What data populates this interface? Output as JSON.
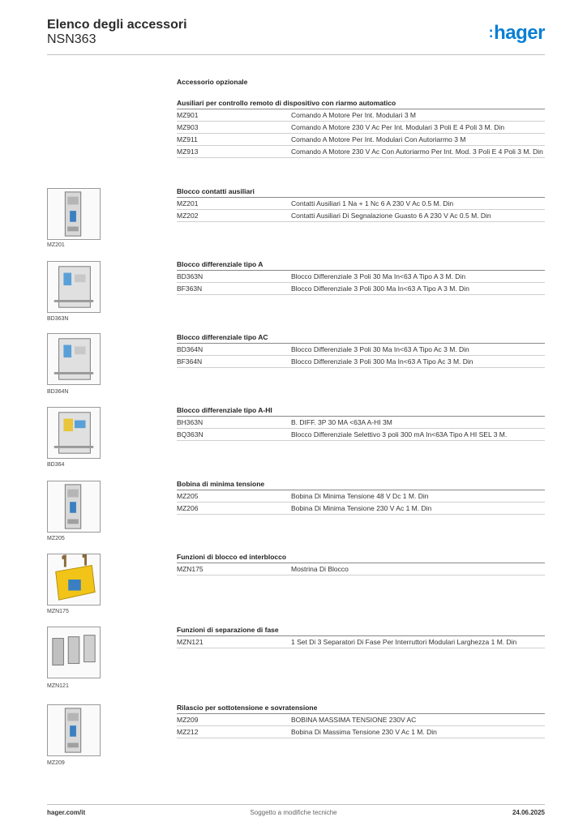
{
  "header": {
    "title": "Elenco degli accessori",
    "subtitle": "NSN363",
    "logo_text": "hager",
    "logo_color": "#0a7fd4"
  },
  "main_heading": "Accessorio opzionale",
  "sections": [
    {
      "title": "Ausiliari per controllo remoto di dispositivo con riarmo automatico",
      "rows": [
        {
          "code": "MZ901",
          "desc": "Comando A Motore Per Int. Modulari 3 M"
        },
        {
          "code": "MZ903",
          "desc": "Comando A Motore 230 V Ac Per Int. Modulari 3 Poli E 4 Poli 3 M. Din"
        },
        {
          "code": "MZ911",
          "desc": "Comando A Motore Per Int. Modulari Con Autoriarmo 3 M"
        },
        {
          "code": "MZ913",
          "desc": "Comando A Motore 230 V Ac Con Autoriarmo Per Int. Mod. 3 Poli E 4 Poli 3 M. Din"
        }
      ]
    },
    {
      "title": "Blocco contatti ausiliari",
      "image_label": "MZ201",
      "rows": [
        {
          "code": "MZ201",
          "desc": "Contatti Ausiliari 1 Na + 1 Nc 6 A 230 V Ac 0.5 M. Din"
        },
        {
          "code": "MZ202",
          "desc": "Contatti Ausiliari Di Segnalazione Guasto 6 A 230 V Ac 0.5 M. Din"
        }
      ]
    },
    {
      "title": "Blocco differenziale tipo A",
      "image_label": "BD363N",
      "rows": [
        {
          "code": "BD363N",
          "desc": "Blocco Differenziale 3 Poli 30 Ma In<63 A Tipo A 3 M. Din"
        },
        {
          "code": "BF363N",
          "desc": "Blocco Differenziale 3 Poli 300 Ma In<63 A Tipo A 3 M. Din"
        }
      ]
    },
    {
      "title": "Blocco differenziale tipo AC",
      "image_label": "BD364N",
      "rows": [
        {
          "code": "BD364N",
          "desc": "Blocco Differenziale 3 Poli 30 Ma In<63 A Tipo Ac 3 M. Din"
        },
        {
          "code": "BF364N",
          "desc": "Blocco Differenziale 3 Poli 300 Ma In<63 A Tipo Ac 3 M. Din"
        }
      ]
    },
    {
      "title": "Blocco differenziale tipo A-HI",
      "image_label": "BD364",
      "rows": [
        {
          "code": "BH363N",
          "desc": "B. DIFF. 3P 30 MA <63A A-HI 3M"
        },
        {
          "code": "BQ363N",
          "desc": "Blocco Differenziale Selettivo 3 poli 300 mA In<63A Tipo A HI SEL 3 M."
        }
      ]
    },
    {
      "title": "Bobina di minima tensione",
      "image_label": "MZ205",
      "rows": [
        {
          "code": "MZ205",
          "desc": "Bobina Di Minima Tensione 48 V Dc 1 M. Din"
        },
        {
          "code": "MZ206",
          "desc": "Bobina Di Minima Tensione 230 V Ac 1 M. Din"
        }
      ]
    },
    {
      "title": "Funzioni di blocco ed interblocco",
      "image_label": "MZN175",
      "rows": [
        {
          "code": "MZN175",
          "desc": "Mostrina Di Blocco"
        }
      ]
    },
    {
      "title": "Funzioni di separazione di fase",
      "image_label": "MZN121",
      "rows": [
        {
          "code": "MZN121",
          "desc": "1 Set Di 3 Separatori Di Fase Per Interruttori Modulari Larghezza 1 M. Din"
        }
      ]
    },
    {
      "title": "Rilascio per sottotensione e sovratensione",
      "image_label": "MZ209",
      "rows": [
        {
          "code": "MZ209",
          "desc": "BOBINA MASSIMA TENSIONE 230V AC"
        },
        {
          "code": "MZ212",
          "desc": "Bobina Di Massima Tensione 230 V Ac 1 M. Din"
        }
      ]
    }
  ],
  "footer": {
    "left": "hager.com/it",
    "center": "Soggetto a modifiche tecniche",
    "right": "24.06.2025"
  }
}
